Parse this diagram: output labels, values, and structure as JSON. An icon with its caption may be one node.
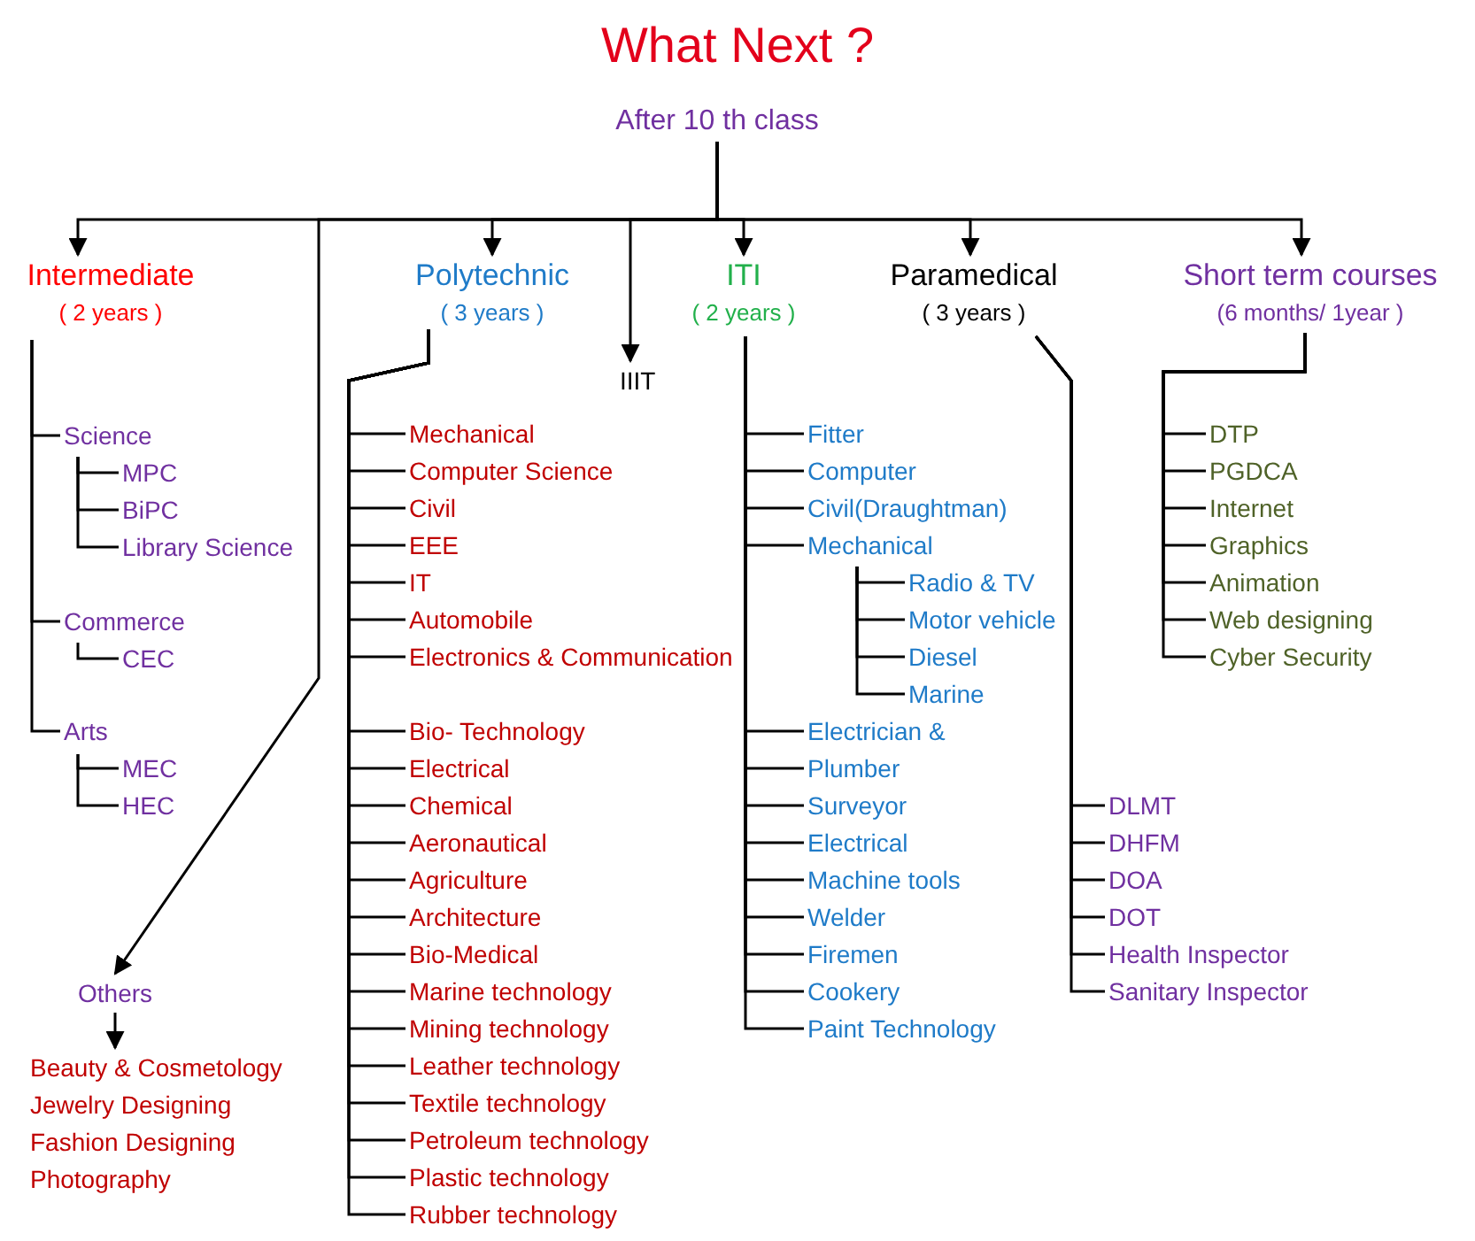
{
  "diagram": {
    "title": "What Next ?",
    "nodes": [
      {
        "text": [
          "After 10 th class"
        ]
      },
      {
        "text": [
          "Intermediate",
          "( 2 years )"
        ]
      },
      {
        "text": [
          "Science"
        ]
      },
      {
        "text": [
          "MPC"
        ]
      },
      {
        "text": [
          "BiPC"
        ]
      },
      {
        "text": [
          "Library Science"
        ]
      },
      {
        "text": [
          "Commerce"
        ]
      },
      {
        "text": [
          "CEC"
        ]
      },
      {
        "text": [
          "Arts"
        ]
      },
      {
        "text": [
          "MEC"
        ]
      },
      {
        "text": [
          "HEC"
        ]
      },
      {
        "text": [
          "Others"
        ]
      },
      {
        "text": [
          "Beauty & Cosmetology",
          "Jewelry Designing",
          "Fashion Designing",
          "Photography"
        ]
      },
      {
        "text": [
          "Polytechnic",
          "( 3 years )"
        ]
      },
      {
        "text": [
          "Mechanical"
        ]
      },
      {
        "text": [
          "Computer Science"
        ]
      },
      {
        "text": [
          "Civil"
        ]
      },
      {
        "text": [
          "EEE"
        ]
      },
      {
        "text": [
          "IT"
        ]
      },
      {
        "text": [
          "Automobile"
        ]
      },
      {
        "text": [
          "Electronics & Communication"
        ]
      },
      {
        "text": [
          "Bio- Technology"
        ]
      },
      {
        "text": [
          "Electrical"
        ]
      },
      {
        "text": [
          "Chemical"
        ]
      },
      {
        "text": [
          "Aeronautical"
        ]
      },
      {
        "text": [
          "Agriculture"
        ]
      },
      {
        "text": [
          "Architecture"
        ]
      },
      {
        "text": [
          "Bio-Medical"
        ]
      },
      {
        "text": [
          "Marine technology"
        ]
      },
      {
        "text": [
          "Mining technology"
        ]
      },
      {
        "text": [
          "Leather technology"
        ]
      },
      {
        "text": [
          "Textile technology"
        ]
      },
      {
        "text": [
          "Petroleum technology"
        ]
      },
      {
        "text": [
          "Plastic technology"
        ]
      },
      {
        "text": [
          "Rubber technology"
        ]
      },
      {
        "text": [
          "IIIT"
        ]
      },
      {
        "text": [
          "ITI",
          "( 2 years )"
        ]
      },
      {
        "text": [
          "Fitter"
        ]
      },
      {
        "text": [
          "Computer"
        ]
      },
      {
        "text": [
          "Civil(Draughtman)"
        ]
      },
      {
        "text": [
          "Mechanical"
        ]
      },
      {
        "text": [
          "Radio & TV"
        ]
      },
      {
        "text": [
          "Motor vehicle"
        ]
      },
      {
        "text": [
          "Diesel"
        ]
      },
      {
        "text": [
          "Marine"
        ]
      },
      {
        "text": [
          "Electrician &"
        ]
      },
      {
        "text": [
          "Plumber"
        ]
      },
      {
        "text": [
          "Surveyor"
        ]
      },
      {
        "text": [
          "Electrical"
        ]
      },
      {
        "text": [
          "Machine tools"
        ]
      },
      {
        "text": [
          "Welder"
        ]
      },
      {
        "text": [
          "Firemen"
        ]
      },
      {
        "text": [
          "Cookery"
        ]
      },
      {
        "text": [
          "Paint Technology"
        ]
      },
      {
        "text": [
          "Paramedical",
          "( 3 years )"
        ]
      },
      {
        "text": [
          "DLMT"
        ]
      },
      {
        "text": [
          "DHFM"
        ]
      },
      {
        "text": [
          "DOA"
        ]
      },
      {
        "text": [
          "DOT"
        ]
      },
      {
        "text": [
          "Health Inspector"
        ]
      },
      {
        "text": [
          "Sanitary Inspector"
        ]
      },
      {
        "text": [
          "Short term courses",
          "(6 months/ 1year )"
        ]
      },
      {
        "text": [
          "DTP"
        ]
      },
      {
        "text": [
          "PGDCA"
        ]
      },
      {
        "text": [
          "Internet"
        ]
      },
      {
        "text": [
          "Graphics"
        ]
      },
      {
        "text": [
          "Animation"
        ]
      },
      {
        "text": [
          "Web designing"
        ]
      },
      {
        "text": [
          "Cyber Security"
        ]
      }
    ],
    "edges": [
      {
        "from": 0,
        "to": 1,
        "arrow": "to"
      },
      {
        "from": 1,
        "to": 2,
        "arrow": "none"
      },
      {
        "from": 2,
        "to": 3,
        "arrow": "none"
      },
      {
        "from": 2,
        "to": 4,
        "arrow": "none"
      },
      {
        "from": 2,
        "to": 5,
        "arrow": "none"
      },
      {
        "from": 1,
        "to": 6,
        "arrow": "none"
      },
      {
        "from": 6,
        "to": 7,
        "arrow": "none"
      },
      {
        "from": 1,
        "to": 8,
        "arrow": "none"
      },
      {
        "from": 8,
        "to": 9,
        "arrow": "none"
      },
      {
        "from": 8,
        "to": 10,
        "arrow": "none"
      },
      {
        "from": 0,
        "to": 11,
        "arrow": "to"
      },
      {
        "from": 11,
        "to": 12,
        "arrow": "to"
      },
      {
        "from": 0,
        "to": 13,
        "arrow": "to"
      },
      {
        "from": 13,
        "to": 14,
        "arrow": "none"
      },
      {
        "from": 13,
        "to": 15,
        "arrow": "none"
      },
      {
        "from": 13,
        "to": 16,
        "arrow": "none"
      },
      {
        "from": 13,
        "to": 17,
        "arrow": "none"
      },
      {
        "from": 13,
        "to": 18,
        "arrow": "none"
      },
      {
        "from": 13,
        "to": 19,
        "arrow": "none"
      },
      {
        "from": 13,
        "to": 20,
        "arrow": "none"
      },
      {
        "from": 13,
        "to": 21,
        "arrow": "none"
      },
      {
        "from": 13,
        "to": 22,
        "arrow": "none"
      },
      {
        "from": 13,
        "to": 23,
        "arrow": "none"
      },
      {
        "from": 13,
        "to": 24,
        "arrow": "none"
      },
      {
        "from": 13,
        "to": 25,
        "arrow": "none"
      },
      {
        "from": 13,
        "to": 26,
        "arrow": "none"
      },
      {
        "from": 13,
        "to": 27,
        "arrow": "none"
      },
      {
        "from": 13,
        "to": 28,
        "arrow": "none"
      },
      {
        "from": 13,
        "to": 29,
        "arrow": "none"
      },
      {
        "from": 13,
        "to": 30,
        "arrow": "none"
      },
      {
        "from": 13,
        "to": 31,
        "arrow": "none"
      },
      {
        "from": 13,
        "to": 32,
        "arrow": "none"
      },
      {
        "from": 13,
        "to": 33,
        "arrow": "none"
      },
      {
        "from": 13,
        "to": 34,
        "arrow": "none"
      },
      {
        "from": 0,
        "to": 35,
        "arrow": "to"
      },
      {
        "from": 0,
        "to": 36,
        "arrow": "to"
      },
      {
        "from": 36,
        "to": 37,
        "arrow": "none"
      },
      {
        "from": 36,
        "to": 38,
        "arrow": "none"
      },
      {
        "from": 36,
        "to": 39,
        "arrow": "none"
      },
      {
        "from": 36,
        "to": 40,
        "arrow": "none"
      },
      {
        "from": 40,
        "to": 41,
        "arrow": "none"
      },
      {
        "from": 40,
        "to": 42,
        "arrow": "none"
      },
      {
        "from": 40,
        "to": 43,
        "arrow": "none"
      },
      {
        "from": 40,
        "to": 44,
        "arrow": "none"
      },
      {
        "from": 36,
        "to": 45,
        "arrow": "none"
      },
      {
        "from": 36,
        "to": 46,
        "arrow": "none"
      },
      {
        "from": 36,
        "to": 47,
        "arrow": "none"
      },
      {
        "from": 36,
        "to": 48,
        "arrow": "none"
      },
      {
        "from": 36,
        "to": 49,
        "arrow": "none"
      },
      {
        "from": 36,
        "to": 50,
        "arrow": "none"
      },
      {
        "from": 36,
        "to": 51,
        "arrow": "none"
      },
      {
        "from": 36,
        "to": 52,
        "arrow": "none"
      },
      {
        "from": 36,
        "to": 53,
        "arrow": "none"
      },
      {
        "from": 0,
        "to": 54,
        "arrow": "to"
      },
      {
        "from": 54,
        "to": 55,
        "arrow": "none"
      },
      {
        "from": 54,
        "to": 56,
        "arrow": "none"
      },
      {
        "from": 54,
        "to": 57,
        "arrow": "none"
      },
      {
        "from": 54,
        "to": 58,
        "arrow": "none"
      },
      {
        "from": 54,
        "to": 59,
        "arrow": "none"
      },
      {
        "from": 54,
        "to": 60,
        "arrow": "none"
      },
      {
        "from": 0,
        "to": 61,
        "arrow": "to"
      },
      {
        "from": 61,
        "to": 62,
        "arrow": "none"
      },
      {
        "from": 61,
        "to": 63,
        "arrow": "none"
      },
      {
        "from": 61,
        "to": 64,
        "arrow": "none"
      },
      {
        "from": 61,
        "to": 65,
        "arrow": "none"
      },
      {
        "from": 61,
        "to": 66,
        "arrow": "none"
      },
      {
        "from": 61,
        "to": 67,
        "arrow": "none"
      },
      {
        "from": 61,
        "to": 68,
        "arrow": "none"
      }
    ]
  }
}
